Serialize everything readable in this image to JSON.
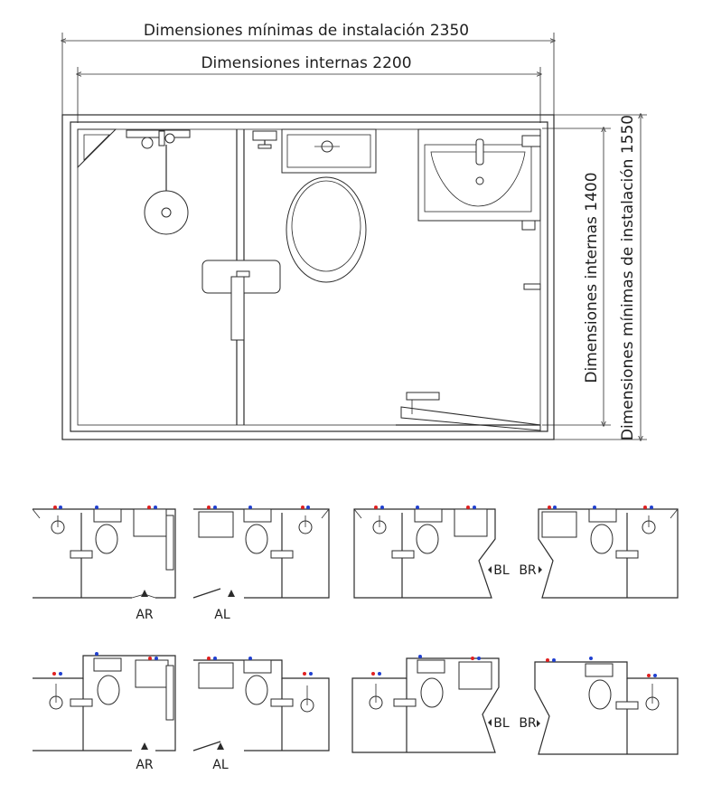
{
  "dimensions": {
    "min_install_width": "Dimensiones mínimas de instalación 2350",
    "internal_width": "Dimensiones internas 2200",
    "internal_depth": "Dimensiones internas 1400",
    "min_install_depth": "Dimensiones mínimas de instalación 1550"
  },
  "variants": [
    {
      "label": "AR"
    },
    {
      "label": "AL"
    },
    {
      "label": "BL"
    },
    {
      "label": "BR"
    },
    {
      "label": "AR"
    },
    {
      "label": "AL"
    },
    {
      "label": "BL"
    },
    {
      "label": "BR"
    }
  ],
  "colors": {
    "hot_water": "#e02020",
    "cold_water": "#2040d0",
    "line": "#2b2b2b"
  }
}
